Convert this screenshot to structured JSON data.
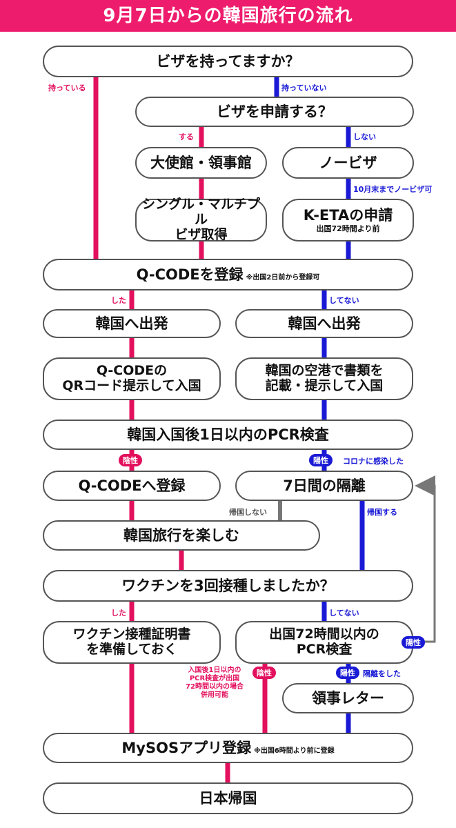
{
  "header": {
    "title": "9月7日からの韓国旅行の流れ"
  },
  "nodes": {
    "visa_have": "ビザを持ってますか？",
    "visa_apply": "ビザを申請する？",
    "embassy": "大使館・領事館",
    "novisa": "ノービザ",
    "visa_get_l1": "シングル・マルチプル",
    "visa_get_l2": "ビザ取得",
    "keta": "K-ETAの申請",
    "keta_sub": "出国72時間より前",
    "qcode_reg": "Q-CODEを登録",
    "qcode_reg_note": "※出国2日前から登録可",
    "depart_left": "韓国へ出発",
    "depart_right": "韓国へ出発",
    "qr_l1": "Q-CODEの",
    "qr_l2": "QRコード提示して入国",
    "airport_l1": "韓国の空港で書類を",
    "airport_l2": "記載・提示して入国",
    "pcr": "韓国入国後1日以内のPCR検査",
    "qcode_to": "Q-CODEへ登録",
    "quarantine": "7日間の隔離",
    "enjoy": "韓国旅行を楽しむ",
    "vaccine_q": "ワクチンを3回接種しましたか？",
    "cert_l1": "ワクチン接種証明書",
    "cert_l2": "を準備しておく",
    "pcr72_l1": "出国72時間以内の",
    "pcr72_l2": "PCR検査",
    "consul": "領事レター",
    "mysos": "MySOSアプリ登録",
    "mysos_note": "※出国6時間より前に登録",
    "return": "日本帰国"
  },
  "labels": {
    "have": "持っている",
    "not_have": "持っていない",
    "yes": "する",
    "no": "しない",
    "novisa_note": "10月末までノービザ可",
    "did": "した",
    "didnt": "してない",
    "no_return": "帰国しない",
    "return": "帰国する",
    "did2": "した",
    "didnt2": "してない",
    "covid_note": "コロナに感染した",
    "isolation_note": "隔離をした",
    "pcr_note_l1": "入国後1日以内の",
    "pcr_note_l2": "PCR検査が出国",
    "pcr_note_l3": "72時間以内の場合",
    "pcr_note_l4": "併用可能"
  },
  "badges": {
    "negative": "陰性",
    "positive": "陽性",
    "positive2": "陽性",
    "negative2": "陰性",
    "positive3": "陽性"
  },
  "colors": {
    "pink": "#e3105e",
    "blue": "#1a1ad6",
    "gray": "#777777",
    "header": "#ee1c6c"
  }
}
